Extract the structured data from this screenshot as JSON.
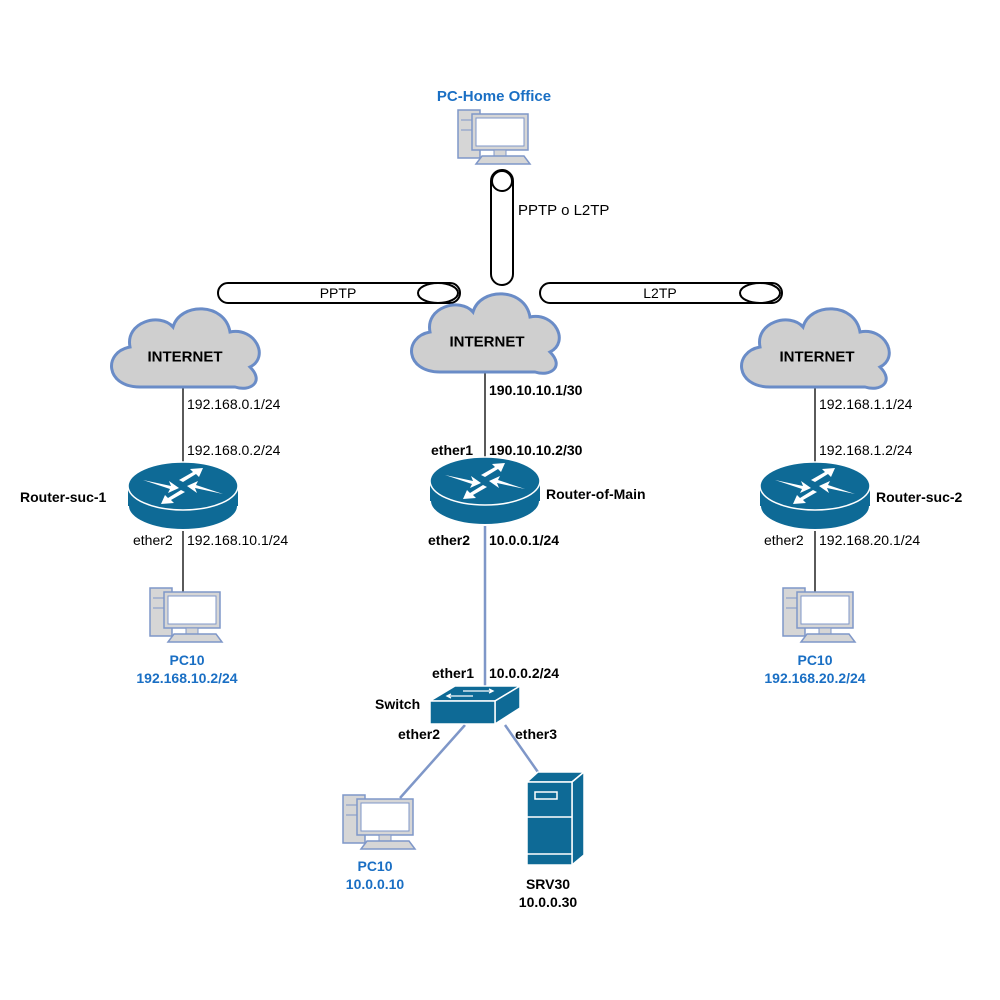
{
  "colors": {
    "device_blue": "#0e6a96",
    "label_blue": "#1a6fc4",
    "cloud_fill": "#cfcfcf",
    "cloud_stroke": "#6a8cc7",
    "pc_fill": "#d6d6d6",
    "pc_stroke": "#7f97c8",
    "link_blue": "#7f97c8"
  },
  "home_office": {
    "name": "PC-Home Office",
    "tunnel_label": "PPTP o L2TP"
  },
  "tunnels": {
    "left": "PPTP",
    "right": "L2TP"
  },
  "clouds": {
    "left": "INTERNET",
    "center": "INTERNET",
    "right": "INTERNET"
  },
  "branch1": {
    "router": "Router-suc-1",
    "wan_isp": "192.168.0.1/24",
    "wan_router": "192.168.0.2/24",
    "lan_if": "ether2",
    "lan_ip": "192.168.10.1/24",
    "pc_name": "PC10",
    "pc_ip": "192.168.10.2/24"
  },
  "main": {
    "router": "Router-of-Main",
    "wan_isp": "190.10.10.1/30",
    "wan_if": "ether1",
    "wan_router": "190.10.10.2/30",
    "lan_if": "ether2",
    "lan_ip": "10.0.0.1/24",
    "switch": "Switch",
    "switch_up_if": "ether1",
    "switch_ip": "10.0.0.2/24",
    "switch_if_pc": "ether2",
    "switch_if_srv": "ether3",
    "pc_name": "PC10",
    "pc_ip": "10.0.0.10",
    "srv_name": "SRV30",
    "srv_ip": "10.0.0.30"
  },
  "branch2": {
    "router": "Router-suc-2",
    "wan_isp": "192.168.1.1/24",
    "wan_router": "192.168.1.2/24",
    "lan_if": "ether2",
    "lan_ip": "192.168.20.1/24",
    "pc_name": "PC10",
    "pc_ip": "192.168.20.2/24"
  }
}
